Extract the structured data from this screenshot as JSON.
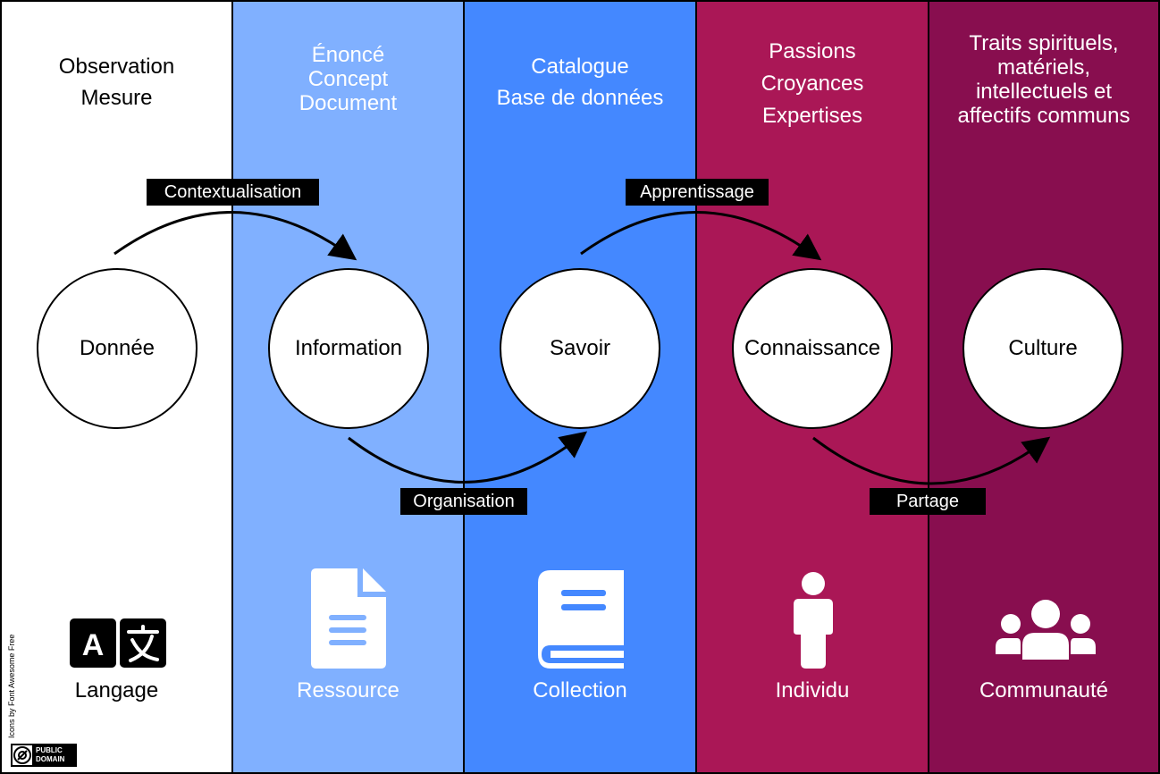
{
  "columns": [
    {
      "header": [
        "Observation",
        "Mesure"
      ],
      "node": "Donnée",
      "bottom": "Langage",
      "icon": "language-icon"
    },
    {
      "header": [
        "Énoncé",
        "Concept",
        "Document"
      ],
      "node": "Information",
      "bottom": "Ressource",
      "icon": "document-icon"
    },
    {
      "header": [
        "Catalogue",
        "Base de données"
      ],
      "node": "Savoir",
      "bottom": "Collection",
      "icon": "book-icon"
    },
    {
      "header": [
        "Passions",
        "Croyances",
        "Expertises"
      ],
      "node": "Connaissance",
      "bottom": "Individu",
      "icon": "person-icon"
    },
    {
      "header": [
        "Traits spirituels,",
        "matériels,",
        "intellectuels et",
        "affectifs communs"
      ],
      "node": "Culture",
      "bottom": "Communauté",
      "icon": "users-icon"
    }
  ],
  "transitions": {
    "contextualisation": "Contextualisation",
    "organisation": "Organisation",
    "apprentissage": "Apprentissage",
    "partage": "Partage"
  },
  "credit": "Icons by Font Awesome Free",
  "license": {
    "line1": "PUBLIC",
    "line2": "DOMAIN"
  },
  "colors": {
    "col0": "#ffffff",
    "col1": "#80b0ff",
    "col2": "#4488ff",
    "col3": "#aa1756",
    "col4": "#880e4f"
  }
}
